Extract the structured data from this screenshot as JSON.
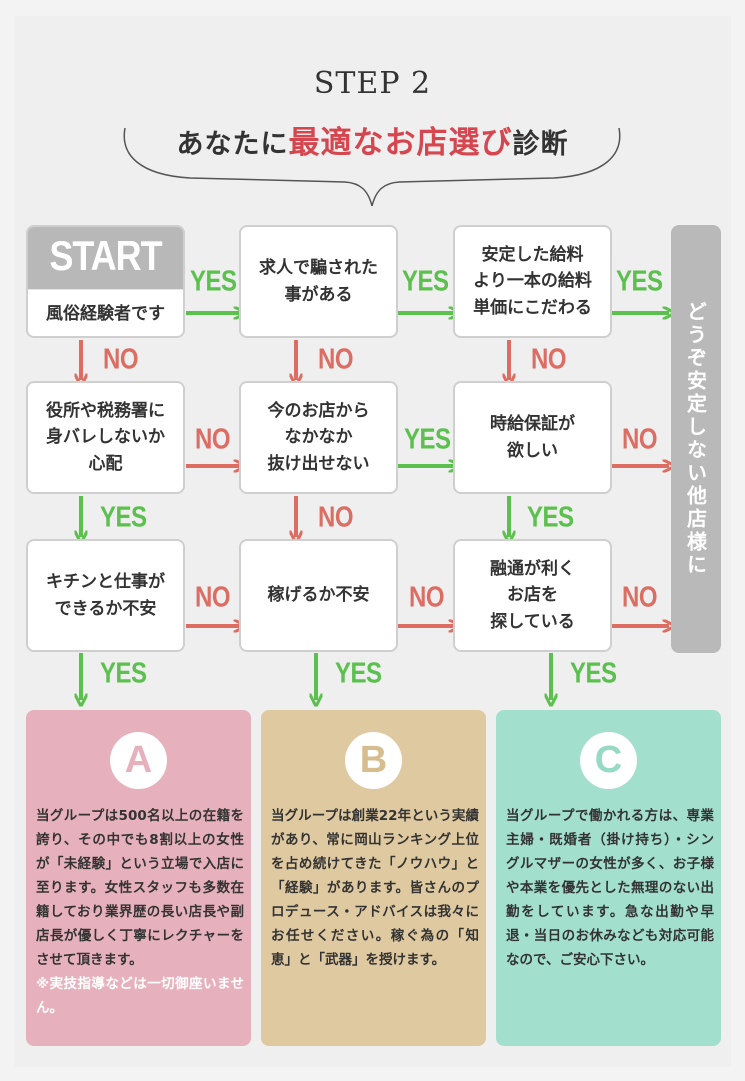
{
  "header": {
    "step": "STEP 2",
    "title_pre": "あなたに",
    "title_accent": "最適なお店選び",
    "title_post": "診断"
  },
  "start": {
    "head": "START",
    "text": "風俗経験者です"
  },
  "boxes": {
    "r1c2": "求人で騙された\n事がある",
    "r1c3": "安定した給料\nより一本の給料\n単価にこだわる",
    "r2c1": "役所や税務署に\n身バレしないか\n心配",
    "r2c2": "今のお店から\nなかなか\n抜け出せない",
    "r2c3": "時給保証が\n欲しい",
    "r3c1": "キチンと仕事が\nできるか不安",
    "r3c2": "稼げるか不安",
    "r3c3": "融通が利く\nお店を\n探している"
  },
  "side": "どうぞ安定しない他店様に",
  "labels": {
    "yes": "YES",
    "no": "NO"
  },
  "results": {
    "a": {
      "letter": "A",
      "text": "当グループは500名以上の在籍を誇り、その中でも8割以上の女性が「未経験」という立場で入店に至ります。女性スタッフも多数在籍しており業界歴の長い店長や副店長が優しく丁寧にレクチャーをさせて頂きます。",
      "note": "※実技指導などは一切御座いません。"
    },
    "b": {
      "letter": "B",
      "text": "当グループは創業22年という実績があり、常に岡山ランキング上位を占め続けてきた「ノウハウ」と「経験」があります。皆さんのプロデュース・アドバイスは我々にお任せください。稼ぐ為の「知恵」と「武器」を授けます。"
    },
    "c": {
      "letter": "C",
      "text": "当グループで働かれる方は、専業主婦・既婚者（掛け持ち）・シングルマザーの女性が多く、お子様や本業を優先とした無理のない出勤をしています。急な出勤や早退・当日のお休みなども対応可能なので、ご安心下さい。"
    }
  },
  "colors": {
    "yes": "#5cc04e",
    "no": "#dc6d63",
    "accent": "#d6464e"
  }
}
